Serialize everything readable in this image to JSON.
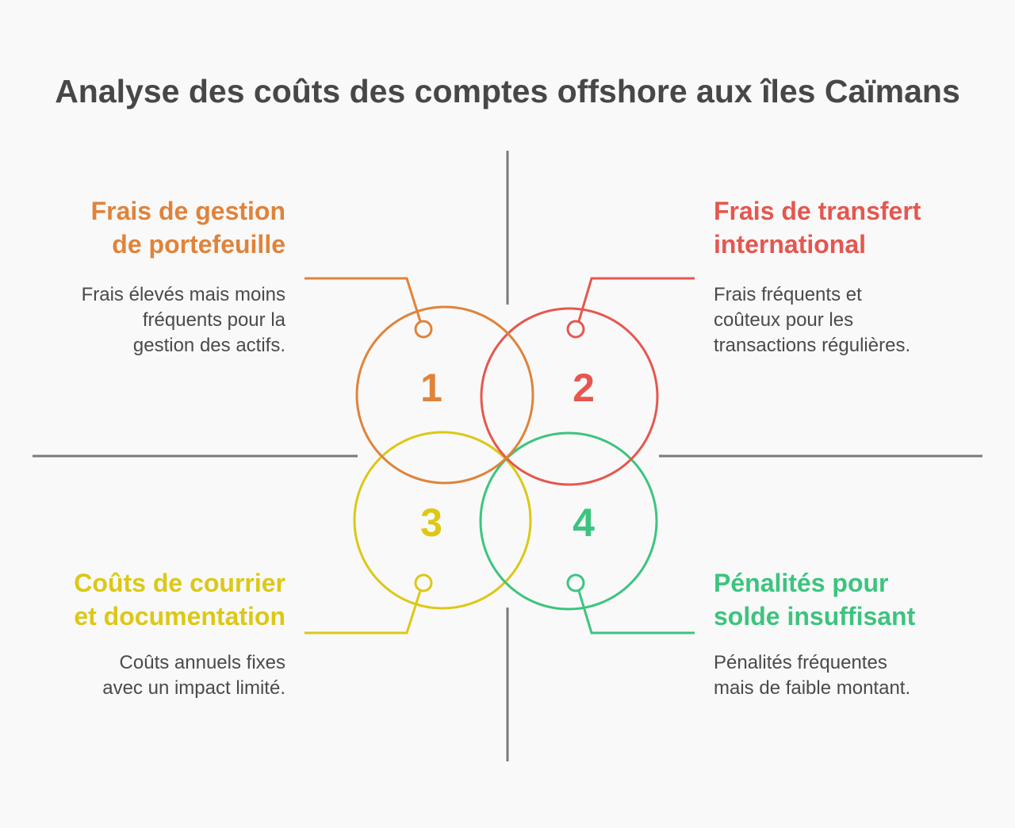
{
  "title": "Analyse des coûts des comptes offshore aux îles Caïmans",
  "colors": {
    "orange": "#E0833A",
    "red": "#E5574F",
    "yellow": "#DCC815",
    "green": "#3CC47F",
    "divider": "#7a7a7a"
  },
  "items": [
    {
      "number": "1",
      "heading_line1": "Frais de gestion",
      "heading_line2": "de portefeuille",
      "desc_line1": "Frais élevés mais moins",
      "desc_line2": "fréquents pour la",
      "desc_line3": "gestion des actifs."
    },
    {
      "number": "2",
      "heading_line1": "Frais de transfert",
      "heading_line2": "international",
      "desc_line1": "Frais fréquents et",
      "desc_line2": "coûteux pour les",
      "desc_line3": "transactions régulières."
    },
    {
      "number": "3",
      "heading_line1": "Coûts de courrier",
      "heading_line2": "et documentation",
      "desc_line1": "Coûts annuels fixes",
      "desc_line2": "avec un impact limité."
    },
    {
      "number": "4",
      "heading_line1": "Pénalités pour",
      "heading_line2": "solde insuffisant",
      "desc_line1": "Pénalités fréquentes",
      "desc_line2": "mais de faible montant."
    }
  ]
}
